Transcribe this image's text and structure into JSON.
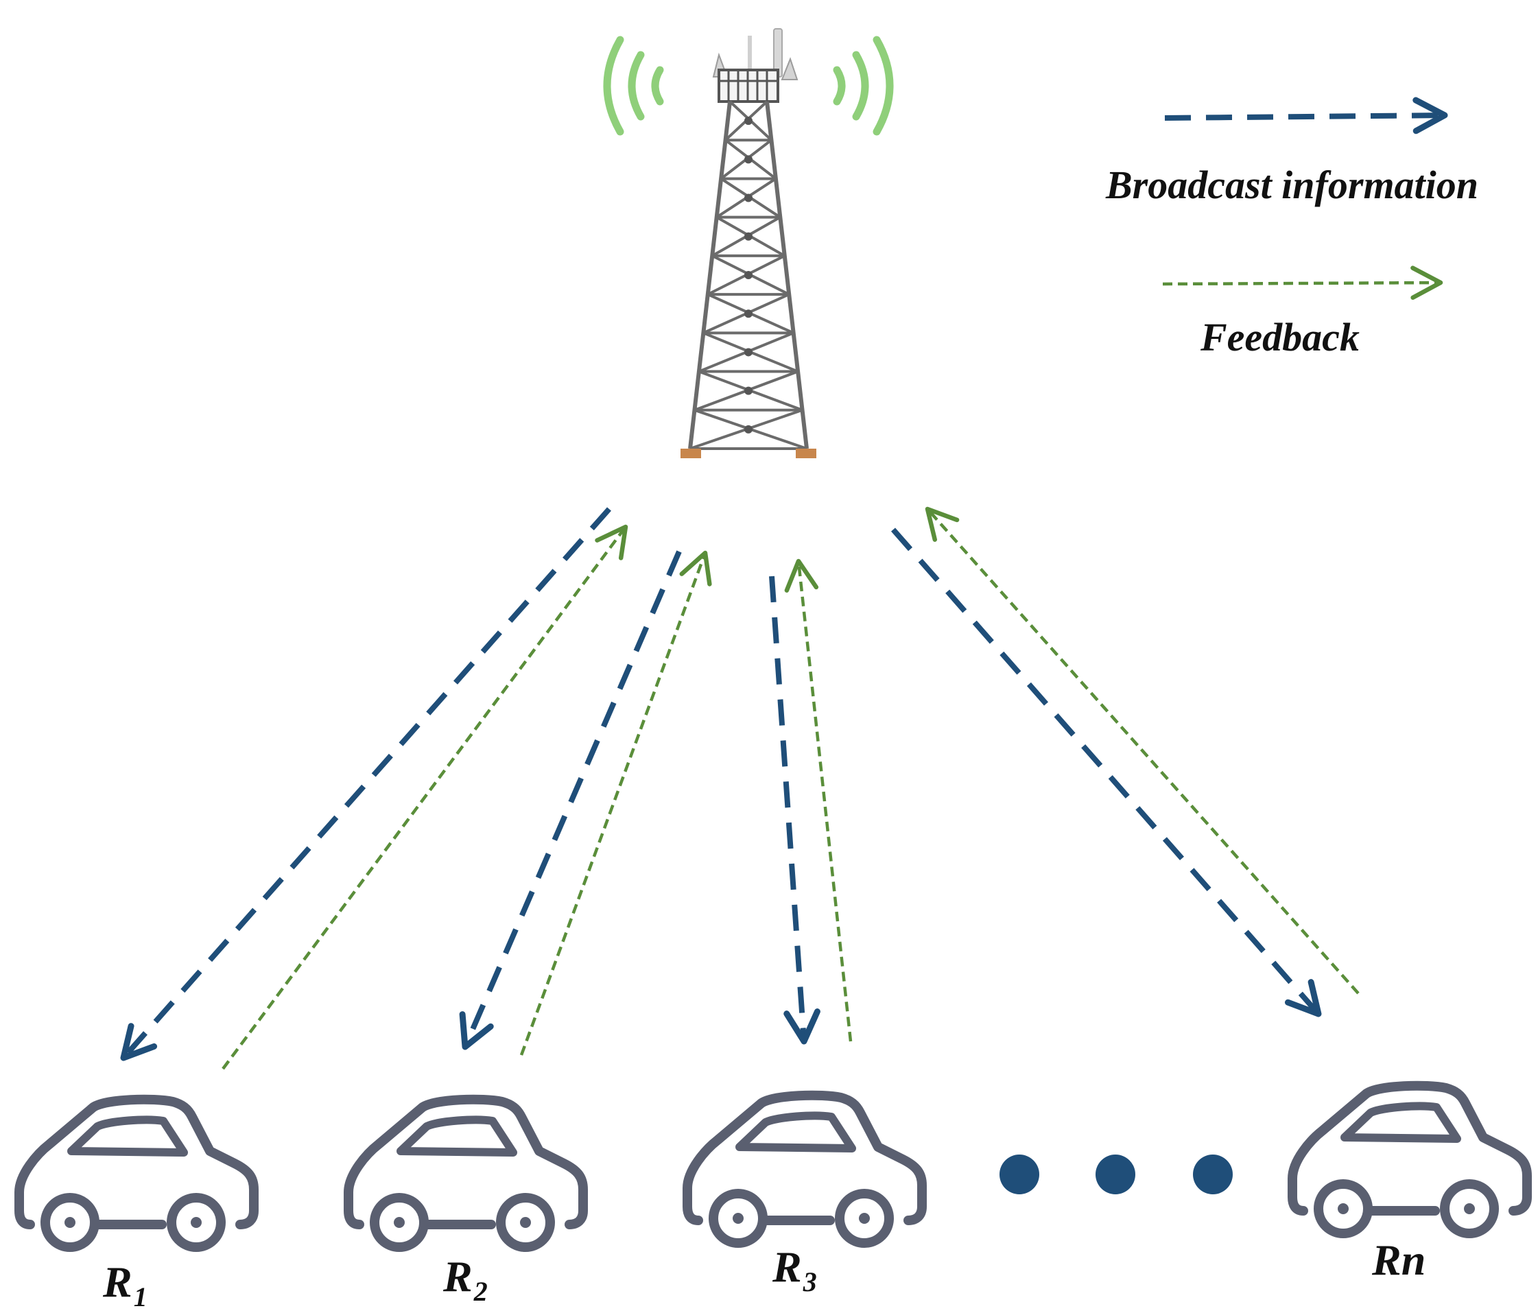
{
  "legend": {
    "broadcast_label": "Broadcast information",
    "feedback_label": "Feedback"
  },
  "colors": {
    "broadcast": "#1f4e79",
    "feedback": "#5a8e3a",
    "signal_wave": "#8fcf7a",
    "car_outline": "#5a5f70",
    "tower": "#6b6b6b",
    "tower_foot": "#c8864c",
    "dots": "#1f4e79"
  },
  "icons": {
    "tower": "cell-tower-icon",
    "car": "car-icon",
    "ellipsis": "ellipsis-dots-icon"
  },
  "vehicles": [
    {
      "id": "r1",
      "name": "R",
      "sub": "1"
    },
    {
      "id": "r2",
      "name": "R",
      "sub": "2"
    },
    {
      "id": "r3",
      "name": "R",
      "sub": "3"
    },
    {
      "id": "rn",
      "name": "Rn",
      "sub": ""
    }
  ]
}
